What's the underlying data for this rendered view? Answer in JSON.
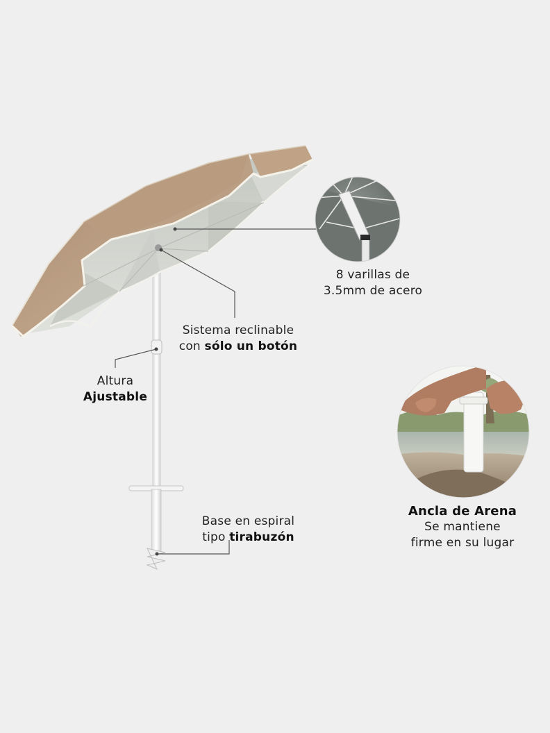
{
  "colors": {
    "background": "#efefef",
    "canopy_outer": "#b79c80",
    "canopy_inner": "#d2d5cf",
    "trim": "#f4f1ea",
    "pole": "#f6f6f6",
    "callout_line": "#555555"
  },
  "callouts": {
    "ribs": {
      "line1": "8 varillas de",
      "line2": "3.5mm de acero"
    },
    "tilt": {
      "line1": "Sistema reclinable",
      "line2_prefix": "con ",
      "line2_bold": "sólo un botón"
    },
    "height": {
      "line1": "Altura",
      "line2_bold": "Ajustable"
    },
    "base": {
      "line1": "Base en espiral",
      "line2_prefix": "tipo ",
      "line2_bold": "tirabuzón"
    },
    "anchor": {
      "title": "Ancla de Arena",
      "line2": "Se mantiene",
      "line3": "firme en su lugar"
    }
  },
  "icons": [
    "umbrella-illustration",
    "rib-closeup-photo",
    "sand-anchor-photo"
  ]
}
